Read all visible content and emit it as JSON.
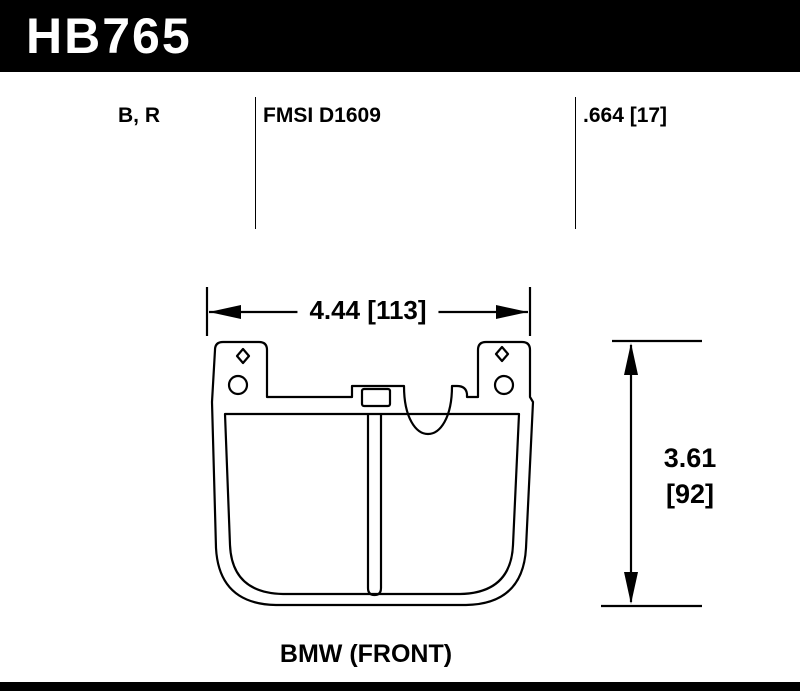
{
  "page": {
    "background": "#ffffff",
    "line_color": "#000000"
  },
  "header": {
    "part_number": "HB765",
    "bg": "#000000",
    "text_color": "#ffffff"
  },
  "specs": {
    "compound_codes": "B, R",
    "fmsi": "FMSI D1609",
    "thickness": ".664 [17]"
  },
  "drawing": {
    "width_dimension": "4.44 [113]",
    "height_dimension_value": "3.61",
    "height_dimension_bracket": "[92]",
    "caption": "BMW (FRONT)"
  }
}
